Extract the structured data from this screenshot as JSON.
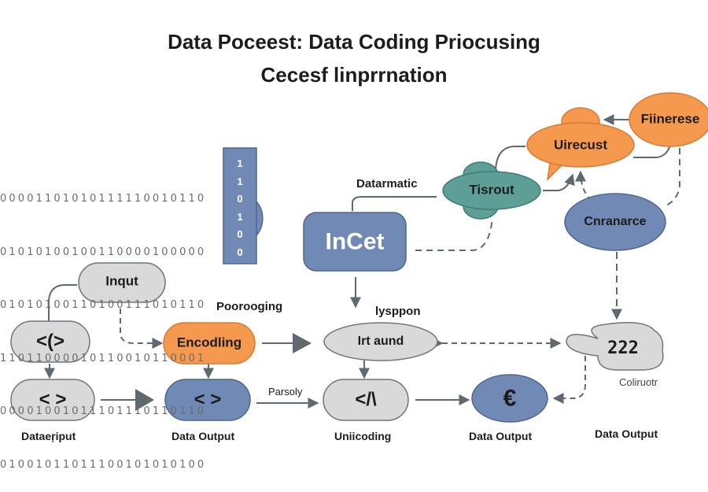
{
  "title": {
    "line1": "Data Poceest: Data Coding Priocusing",
    "line2": "Cecesf linprrnation"
  },
  "binary_block": {
    "rows": [
      "0 0 0 0 1 1 0 1 0 1 0 1 1 1 1 1 0 0 1 0 1 1 0",
      "0 1 0 1 0 1 0 0 1 0 0 1 1 0 0 0 0 1 0 0 0 0 0",
      "0 1 0 1 0 1 0 0 1 1 0 1 0 0 1 1 1 0 1 0 1 1 0",
      "1 1 0 1 1 0 0 0 0 1 0 1 1 0 0 1 0 1 1 0 0 0 1",
      "0 0 0 0 1 0 0 1 0 1 1 1 0 1 1 1 0 1 1 0 1 1 0",
      "0 1 0 0 1 0 1 1 0 1 1 1 0 0 1 0 1 0 1 0 1 0 0"
    ],
    "column_bits": [
      "1",
      "1",
      "0",
      "1",
      "0",
      "0"
    ]
  },
  "nodes": {
    "incet": "InCet",
    "tisrout": "Tisrout",
    "uirecust": "Uirecust",
    "fiinerese": "Fiinerese",
    "cnranarce": "Cnranarce",
    "inqut": "Inqut",
    "code_slash": "<(>",
    "encoding": "Encodling",
    "code_in": "< >",
    "code_out": "< >",
    "irt_aund": "Irt aund",
    "unicode": "</\\",
    "euro": "€",
    "cloud": "222"
  },
  "labels": {
    "datarmatic": "Datarmatic",
    "poorooging": "Poorooging",
    "lysppon": "lysppon",
    "parsoly": "Parsoly",
    "dataeripput": "Dataeŗiput",
    "data_output_1": "Data Output",
    "unicoding": "Uniicoding",
    "data_output_2": "Data Output",
    "data_output_3": "Data Output",
    "coliruotr": "Coliruotr"
  },
  "colors": {
    "blue": "#7089b5",
    "blue_stroke": "#4f6690",
    "teal": "#5d9f97",
    "teal_stroke": "#3f7b74",
    "orange": "#f4994e",
    "orange_stroke": "#d97a30",
    "gray": "#d9d9d9",
    "gray_stroke": "#6f757a",
    "line": "#5f6970"
  }
}
